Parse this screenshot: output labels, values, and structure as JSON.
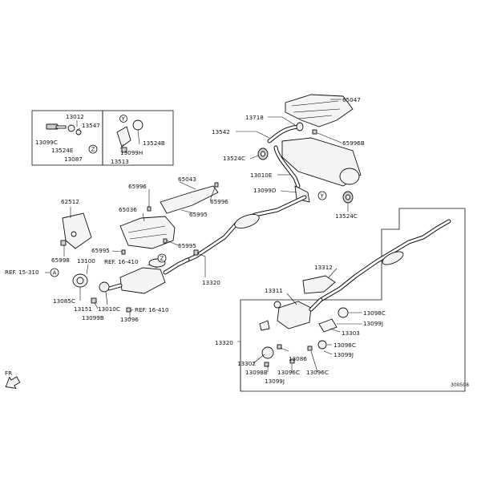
{
  "labels": {
    "p65047": "65047",
    "p13718": "13718",
    "p13542": "13542",
    "p65996b": "65996B",
    "p13524c_a": "13524C",
    "p13010e": "13010E",
    "p13099d": "13099D",
    "p13524c_b": "13524C",
    "p65043": "65043",
    "p65996_a": "65996",
    "p65996_b": "65996",
    "p65995_a": "65995",
    "p65036": "65036",
    "p65995_b": "65995",
    "p65995_c": "65995",
    "p62512": "62512",
    "p65998": "65998",
    "ref15310": "REF. 15-310",
    "ref16410a": "REF. 16-410",
    "ref16410b": "REF. 16-410",
    "p13100": "13100",
    "p13085c": "13085C",
    "p13151": "13151",
    "p13010c": "13010C",
    "p13099b": "13099B",
    "p13096": "13096",
    "p13320a": "13320",
    "p13320b": "13320",
    "p13012": "13012",
    "p13547": "13547",
    "p13099c": "13099C",
    "p13524e": "13524E",
    "p13087": "13087",
    "p13524b": "13524B",
    "p13099h": "13099H",
    "p13513": "13513",
    "p13312": "13312",
    "p13311": "13311",
    "p13098c_a": "13098C",
    "p13099j_a": "13099J",
    "p13303": "13303",
    "p13098c_b": "13098C",
    "p13099j_b": "13099J",
    "p13302": "13302",
    "p13098b": "13098B",
    "p13086": "13086",
    "p13096c_a": "13096C",
    "p13096c_b": "13096C",
    "p13099j_c": "13099J",
    "fr": "FR",
    "code": "300508"
  },
  "markers": {
    "a": "A",
    "z1": "Z",
    "z2": "Z",
    "y1": "Y",
    "y2": "Y"
  }
}
